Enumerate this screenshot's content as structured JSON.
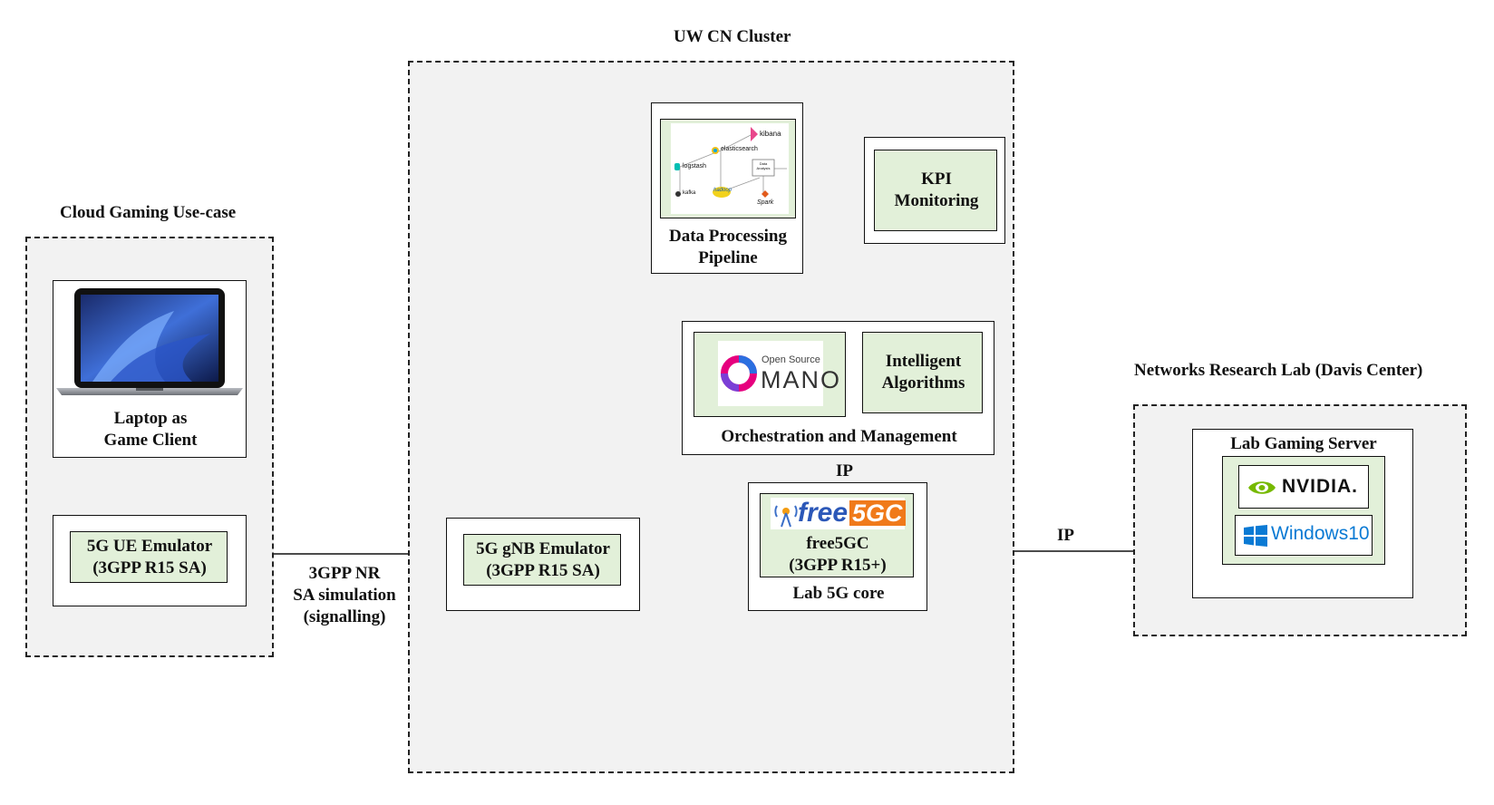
{
  "regions": {
    "cloud_gaming": "Cloud Gaming Use-case",
    "uw_cluster": "UW CN Cluster",
    "networks_lab": "Networks Research Lab (Davis Center)"
  },
  "laptop": {
    "line1": "Laptop as",
    "line2": "Game Client"
  },
  "ue_emulator": {
    "line1": "5G UE Emulator",
    "line2": "(3GPP R15 SA)"
  },
  "link_ue_gnb": {
    "line1": "3GPP NR",
    "line2": "SA simulation",
    "line3": "(signalling)"
  },
  "gnb_emulator": {
    "line1": "5G gNB Emulator",
    "line2": "(3GPP R15 SA)"
  },
  "pipeline": {
    "line1": "Data Processing",
    "line2": "Pipeline",
    "logos": {
      "kibana": "kibana",
      "elasticsearch": "elasticsearch",
      "logstash": "logstash",
      "kafka": "kafka",
      "hadoop": "hadoop",
      "spark": "Spark",
      "data_analysis": "Data Analysis"
    }
  },
  "kpi": {
    "line1": "KPI",
    "line2": "Monitoring"
  },
  "orchestration": {
    "title": "Orchestration and Management",
    "mano_small": "Open Source",
    "mano_big": "MANO",
    "algo_line1": "Intelligent",
    "algo_line2": "Algorithms"
  },
  "ip_label_vertical": "IP",
  "core": {
    "logo_free": "free",
    "logo_5gc": "5GC",
    "line1": "free5GC",
    "line2": "(3GPP R15+)",
    "caption": "Lab 5G core"
  },
  "ip_label_horizontal": "IP",
  "lab_server": {
    "title": "Lab Gaming Server",
    "nvidia": "NVIDIA.",
    "windows": "Windows10"
  }
}
